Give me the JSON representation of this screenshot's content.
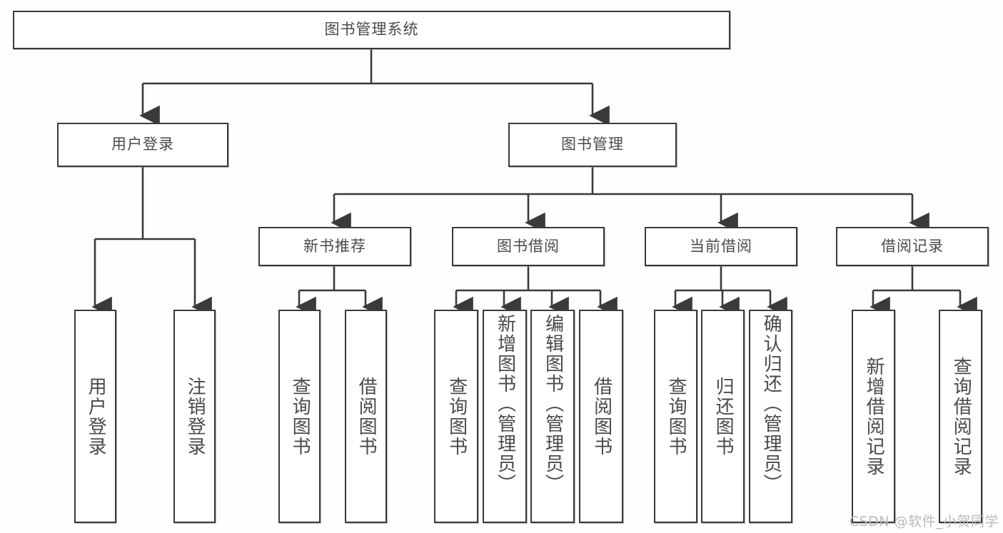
{
  "diagram": {
    "title_box": {
      "label": "图书管理系统"
    },
    "level2": [
      {
        "id": "user-login",
        "label": "用户登录"
      },
      {
        "id": "book-management",
        "label": "图书管理"
      }
    ],
    "level3": [
      {
        "id": "new-book-recommend",
        "label": "新书推荐"
      },
      {
        "id": "book-borrow",
        "label": "图书借阅"
      },
      {
        "id": "current-borrow",
        "label": "当前借阅"
      },
      {
        "id": "borrow-record",
        "label": "借阅记录"
      }
    ],
    "leaves": [
      {
        "id": "leaf-user-login",
        "label": "用户登录"
      },
      {
        "id": "leaf-logout",
        "label": "注销登录"
      },
      {
        "id": "leaf-query-book-1",
        "label": "查询图书"
      },
      {
        "id": "leaf-borrow-book-1",
        "label": "借阅图书"
      },
      {
        "id": "leaf-query-book-2",
        "label": "查询图书"
      },
      {
        "id": "leaf-add-book",
        "label": "新增图书（管理员）"
      },
      {
        "id": "leaf-edit-book",
        "label": "编辑图书（管理员）"
      },
      {
        "id": "leaf-borrow-book-2",
        "label": "借阅图书"
      },
      {
        "id": "leaf-query-book-3",
        "label": "查询图书"
      },
      {
        "id": "leaf-return-book",
        "label": "归还图书"
      },
      {
        "id": "leaf-confirm-return",
        "label": "确认归还（管理员）"
      },
      {
        "id": "leaf-add-record",
        "label": "新增借阅记录"
      },
      {
        "id": "leaf-query-record",
        "label": "查询借阅记录"
      }
    ],
    "watermark": "CSDN @软件_小贺同学",
    "colors": {
      "border": "#3a3a3a",
      "text": "#4a4a4a",
      "background": "#fefefe",
      "watermark": "#b9b9b9"
    }
  }
}
